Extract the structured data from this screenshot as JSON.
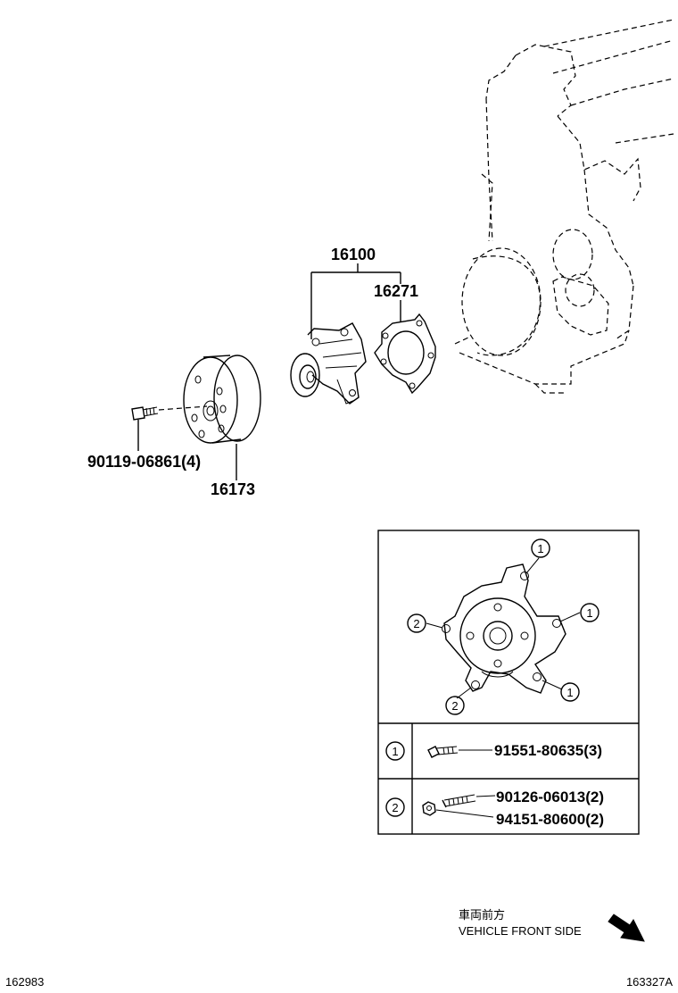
{
  "diagram": {
    "parts": {
      "water_pump": "16100",
      "gasket": "16271",
      "pulley": "16173",
      "pulley_bolt": "90119-06861(4)"
    },
    "detail_table": {
      "rows": [
        {
          "marker": "1",
          "entries": [
            "91551-80635(3)"
          ]
        },
        {
          "marker": "2",
          "entries": [
            "90126-06013(2)",
            "94151-80600(2)"
          ]
        }
      ],
      "callout_markers": [
        "1",
        "1",
        "2",
        "1",
        "2"
      ]
    },
    "direction": {
      "label_jp": "車両前方",
      "label_en": "VEHICLE FRONT SIDE"
    },
    "footer": {
      "left_code": "162983",
      "right_code": "163327A"
    }
  }
}
